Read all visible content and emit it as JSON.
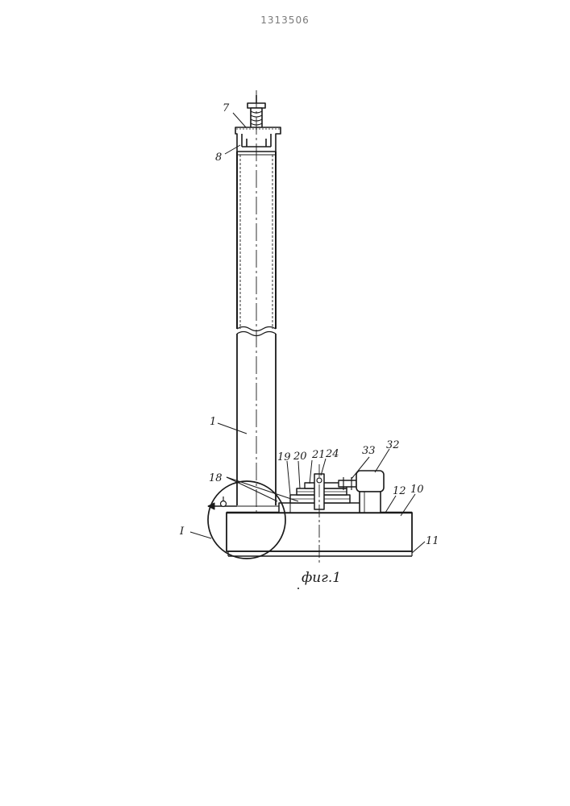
{
  "document": {
    "patent_number": "1313506",
    "figure_caption": "фиг.1"
  },
  "reference_labels": {
    "r7": "7",
    "r8": "8",
    "r1": "1",
    "r19": "19",
    "r20": "20",
    "r21": "21",
    "r24": "24",
    "r33": "33",
    "r32": "32",
    "r12": "12",
    "r10": "10",
    "r18": "18",
    "r11": "11",
    "rI": "I"
  }
}
